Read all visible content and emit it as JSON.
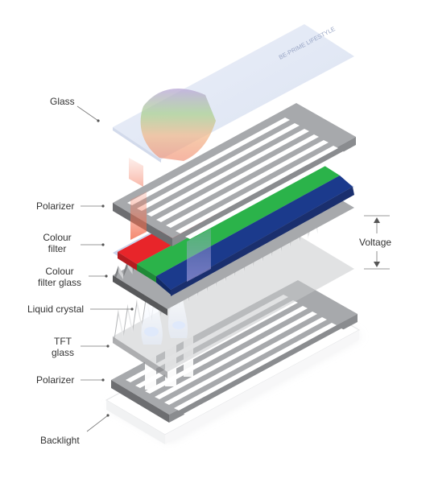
{
  "labels": {
    "glass": "Glass",
    "polarizer_top": "Polarizer",
    "colour_filter": "Colour\nfilter",
    "colour_filter_glass": "Colour\nfilter glass",
    "liquid_crystal": "Liquid crystal",
    "tft_glass": "TFT\nglass",
    "polarizer_bottom": "Polarizer",
    "backlight": "Backlight",
    "voltage": "Voltage"
  },
  "glass_watermark": "BE-PRIME LIFESTYLE",
  "colors": {
    "red": "#e8252a",
    "green": "#2bb34a",
    "blue": "#1b3a8c",
    "grey_frame": "#a7a9ac",
    "grey_dark": "#6d6e71",
    "label_text": "#333333",
    "leader": "#777777"
  }
}
